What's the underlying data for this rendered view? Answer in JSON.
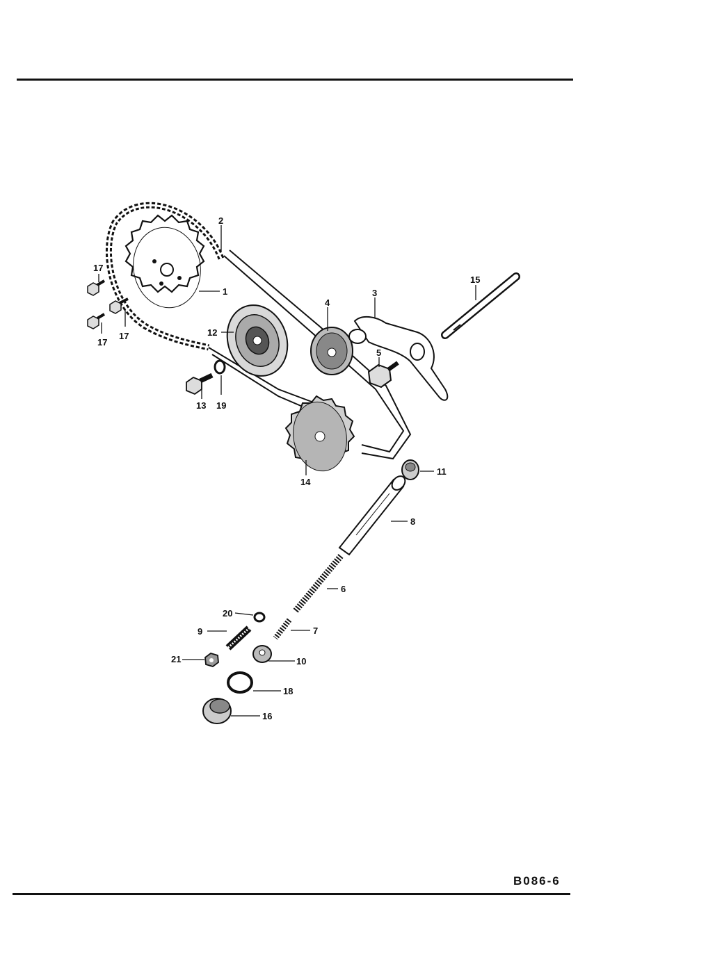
{
  "page": {
    "code": "B086-6"
  },
  "parts": [
    {
      "ref": "1"
    },
    {
      "ref": "2"
    },
    {
      "ref": "3"
    },
    {
      "ref": "4"
    },
    {
      "ref": "5"
    },
    {
      "ref": "6"
    },
    {
      "ref": "7"
    },
    {
      "ref": "8"
    },
    {
      "ref": "9"
    },
    {
      "ref": "10"
    },
    {
      "ref": "11"
    },
    {
      "ref": "12"
    },
    {
      "ref": "13"
    },
    {
      "ref": "14"
    },
    {
      "ref": "15"
    },
    {
      "ref": "16"
    },
    {
      "ref": "17"
    },
    {
      "ref": "18"
    },
    {
      "ref": "19"
    },
    {
      "ref": "20"
    },
    {
      "ref": "21"
    }
  ],
  "labels": {
    "l1": "1",
    "l2": "2",
    "l3": "3",
    "l4": "4",
    "l5": "5",
    "l6": "6",
    "l7": "7",
    "l8": "8",
    "l9": "9",
    "l10": "10",
    "l11": "11",
    "l12": "12",
    "l13": "13",
    "l14": "14",
    "l15": "15",
    "l16": "16",
    "l17a": "17",
    "l17b": "17",
    "l17c": "17",
    "l18": "18",
    "l19": "19",
    "l20": "20",
    "l21": "21"
  }
}
